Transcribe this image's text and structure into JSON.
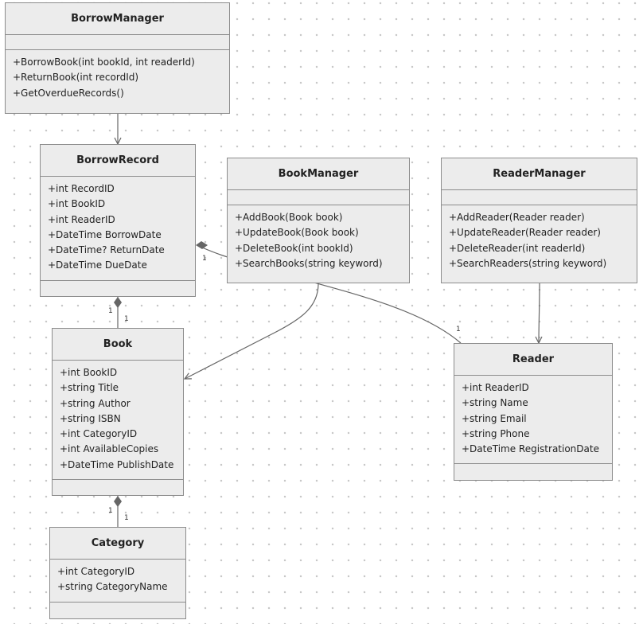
{
  "classes": {
    "borrow_manager": {
      "name": "BorrowManager",
      "attributes": [],
      "methods": [
        "+BorrowBook(int bookId, int readerId)",
        "+ReturnBook(int recordId)",
        "+GetOverdueRecords()"
      ]
    },
    "borrow_record": {
      "name": "BorrowRecord",
      "attributes": [
        "+int RecordID",
        "+int BookID",
        "+int ReaderID",
        "+DateTime BorrowDate",
        "+DateTime? ReturnDate",
        "+DateTime DueDate"
      ],
      "methods": []
    },
    "book_manager": {
      "name": "BookManager",
      "attributes": [],
      "methods": [
        "+AddBook(Book book)",
        "+UpdateBook(Book book)",
        "+DeleteBook(int bookId)",
        "+SearchBooks(string keyword)"
      ]
    },
    "reader_manager": {
      "name": "ReaderManager",
      "attributes": [],
      "methods": [
        "+AddReader(Reader reader)",
        "+UpdateReader(Reader reader)",
        "+DeleteReader(int readerId)",
        "+SearchReaders(string keyword)"
      ]
    },
    "book": {
      "name": "Book",
      "attributes": [
        "+int BookID",
        "+string Title",
        "+string Author",
        "+string ISBN",
        "+int CategoryID",
        "+int AvailableCopies",
        "+DateTime PublishDate"
      ],
      "methods": []
    },
    "reader": {
      "name": "Reader",
      "attributes": [
        "+int ReaderID",
        "+string Name",
        "+string Email",
        "+string Phone",
        "+DateTime RegistrationDate"
      ],
      "methods": []
    },
    "category": {
      "name": "Category",
      "attributes": [
        "+int CategoryID",
        "+string CategoryName"
      ],
      "methods": []
    }
  },
  "relationships": [
    {
      "from": "BorrowManager",
      "to": "BorrowRecord",
      "kind": "dependency"
    },
    {
      "from": "BookManager",
      "to": "Book",
      "kind": "dependency"
    },
    {
      "from": "ReaderManager",
      "to": "Reader",
      "kind": "dependency"
    },
    {
      "from": "BorrowRecord",
      "to": "Book",
      "kind": "composition",
      "mult_a": "1",
      "mult_b": "1"
    },
    {
      "from": "BorrowRecord",
      "to": "Reader",
      "kind": "composition",
      "mult_a": "1",
      "mult_b": "1"
    },
    {
      "from": "Book",
      "to": "Category",
      "kind": "composition",
      "mult_a": "1",
      "mult_b": "1"
    }
  ],
  "colors": {
    "box_fill": "#ececec",
    "box_border": "#8c8c8c",
    "edge": "#666666"
  }
}
